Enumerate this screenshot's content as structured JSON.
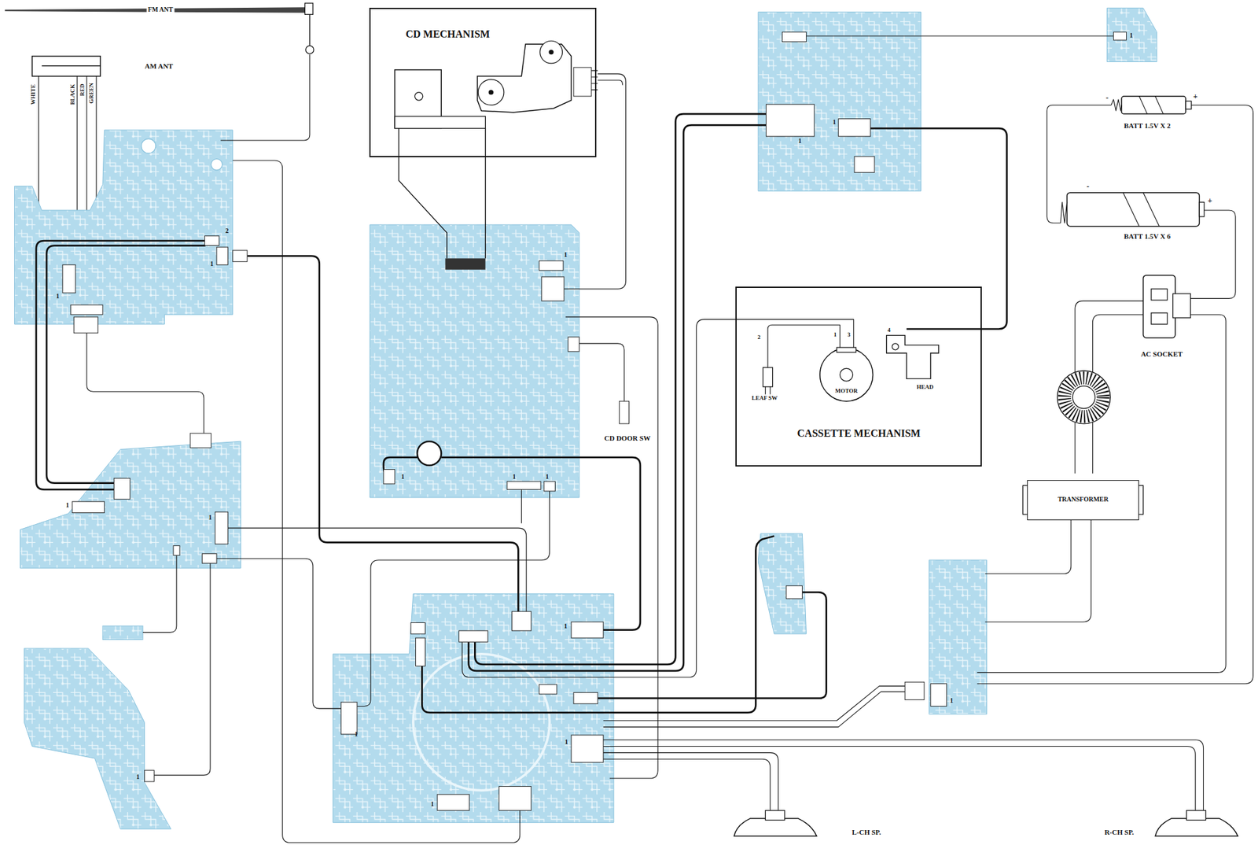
{
  "diagram": {
    "nodes": [
      {
        "text": [
          "CD MECHANISM"
        ]
      },
      {
        "text": [
          "CASSETTE MECHANISM"
        ]
      },
      {
        "text": [
          "TRANSFORMER"
        ]
      }
    ],
    "labels": [
      "FM ANT",
      "AM ANT",
      "WHITE",
      "BLACK",
      "RED",
      "GREEN",
      "CD DOOR SW",
      "LEAF SW",
      "MOTOR",
      "HEAD",
      "2",
      "1",
      "3",
      "4",
      "BATT 1.5V X 2",
      "BATT 1.5V X 6",
      "-",
      "+",
      "-",
      "+",
      "AC SOCKET",
      "L-CH SP.",
      "R-CH SP.",
      "2",
      "1",
      "1",
      "1",
      "1",
      "1",
      "1",
      "1",
      "1",
      "1",
      "1",
      "1",
      "1",
      "1",
      "1",
      "1",
      "1",
      "1"
    ]
  }
}
